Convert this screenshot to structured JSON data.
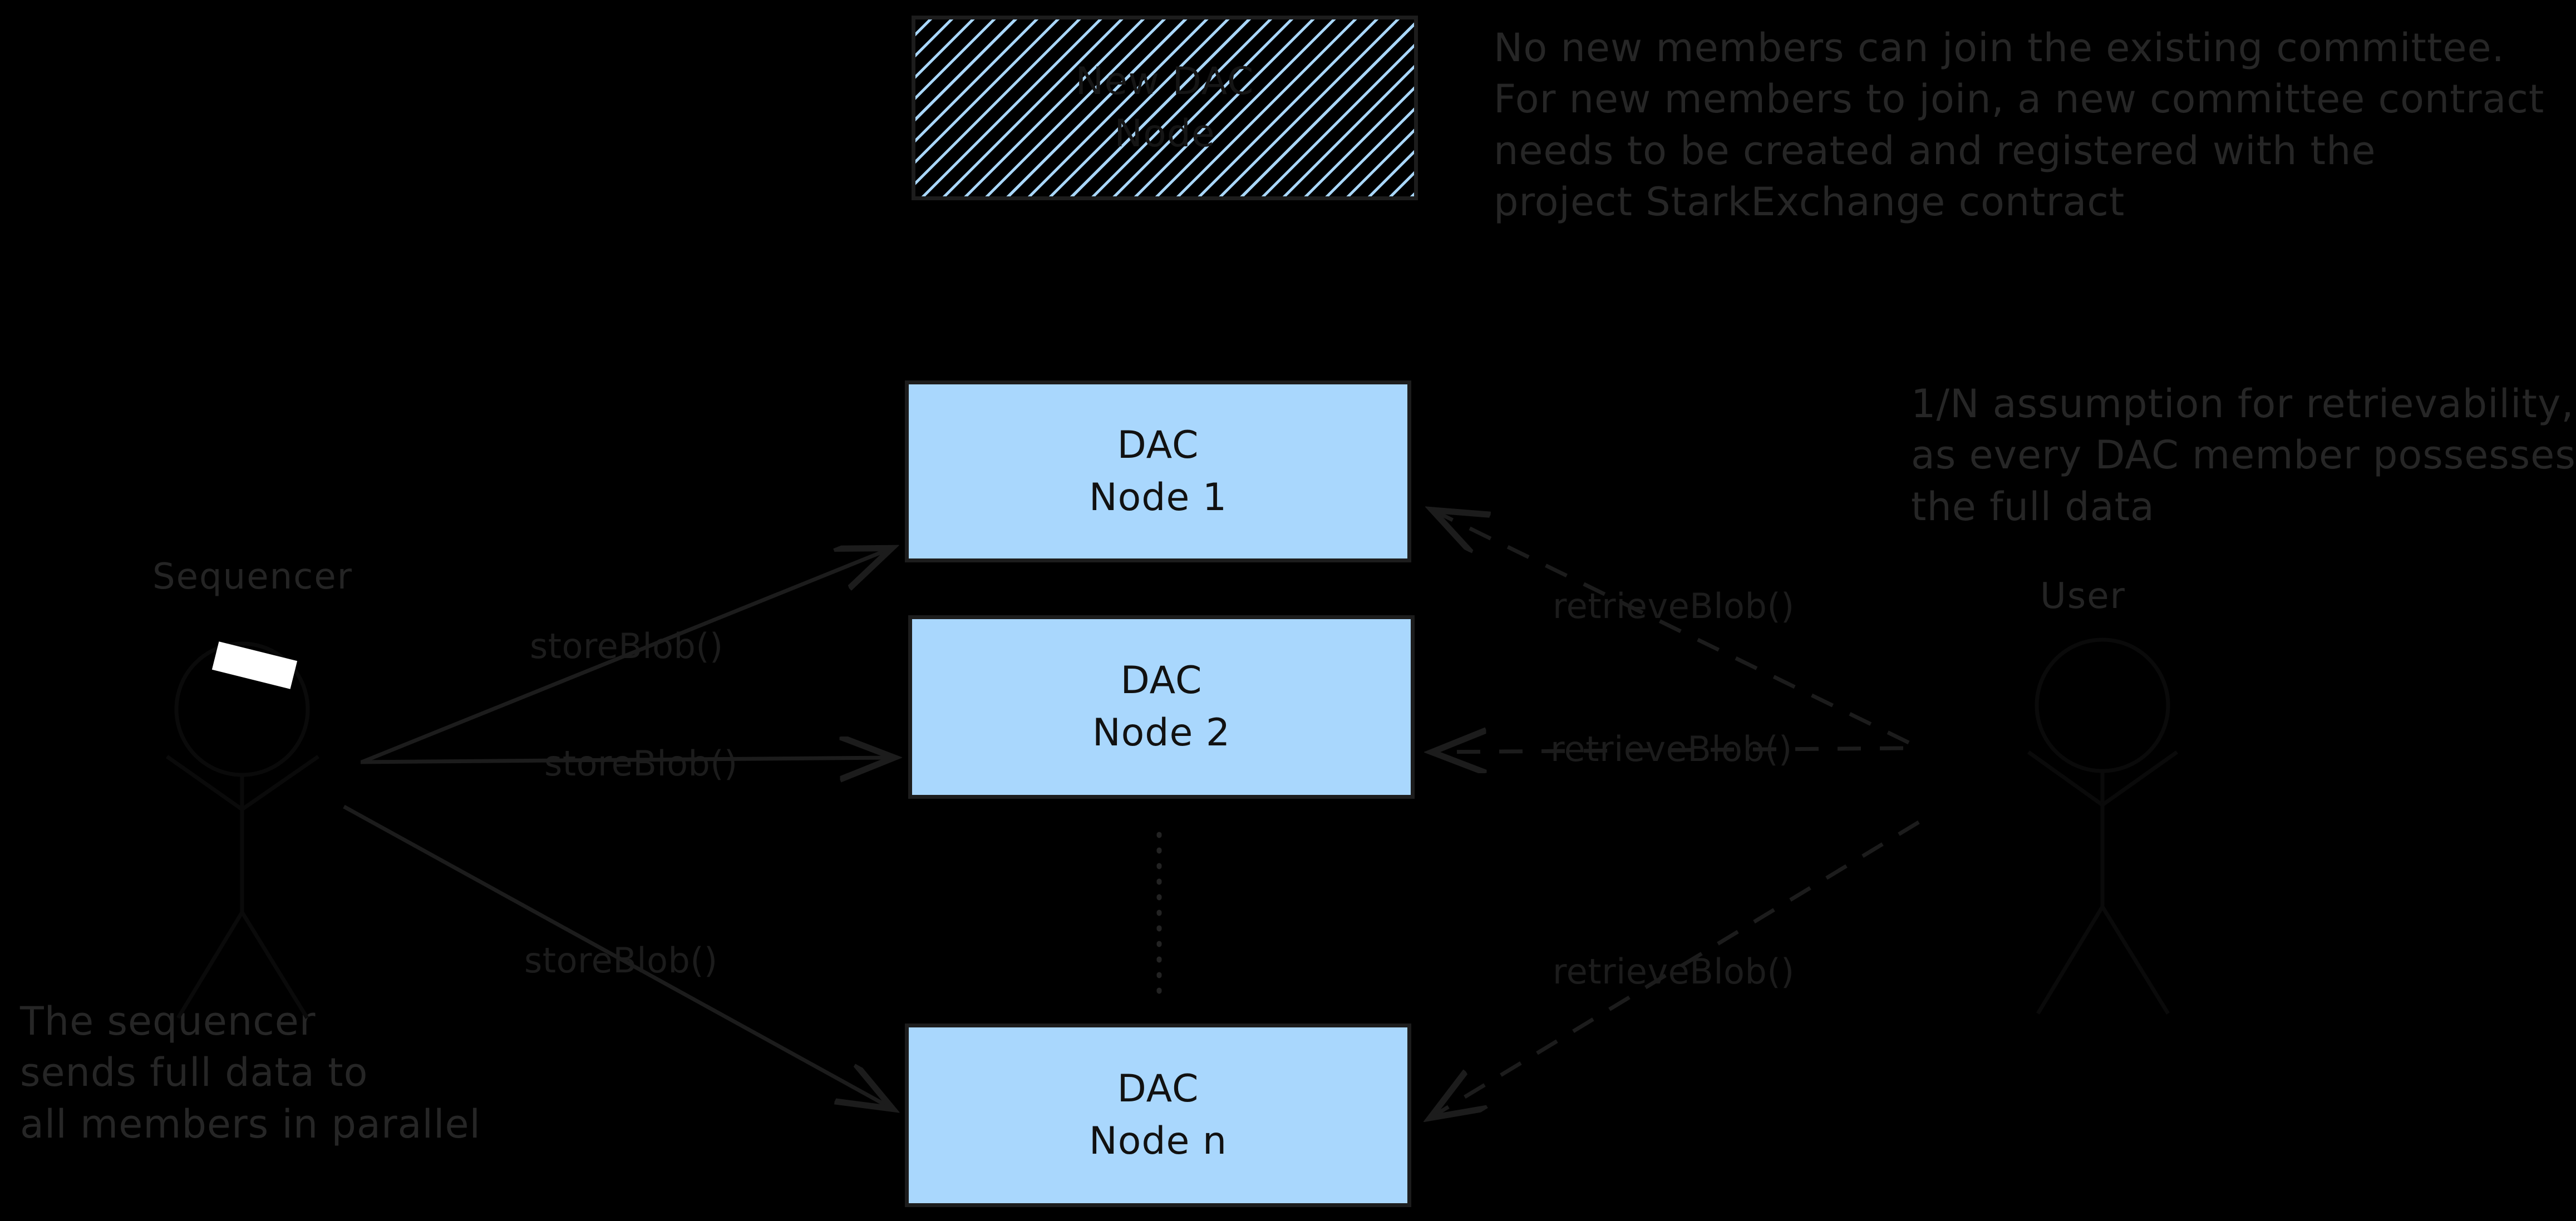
{
  "diagram": {
    "title_hidden": "",
    "background_color": "#000000",
    "node_fill_color": "#a9d7fd",
    "node_border_color": "#1d1d1d",
    "text_color": "#262626"
  },
  "new_node": {
    "line1": "New DAC",
    "line2": "Node"
  },
  "notes": {
    "committee": "No new members can join the existing committee.\nFor new members to join, a new committee contract\nneeds to be created and registered with the\nproject StarkExchange contract",
    "retrievability": "1/N assumption for retrievability,\nas every DAC member possesses\nthe full data",
    "sequencer_parallel": "The sequencer\nsends full data to\nall members in parallel"
  },
  "actors": {
    "sequencer_label": "Sequencer",
    "user_label": "User"
  },
  "nodes": [
    {
      "line1": "DAC",
      "line2": "Node 1"
    },
    {
      "line1": "DAC",
      "line2": "Node 2"
    },
    {
      "line1": "DAC",
      "line2": "Node n"
    }
  ],
  "edges": {
    "store": [
      {
        "label": "storeBlob()"
      },
      {
        "label": "storeBlob()"
      },
      {
        "label": "storeBlob()"
      }
    ],
    "retrieve": [
      {
        "label": "retrieveBlob()"
      },
      {
        "label": "retrieveBlob()"
      },
      {
        "label": "retrieveBlob()"
      }
    ]
  }
}
